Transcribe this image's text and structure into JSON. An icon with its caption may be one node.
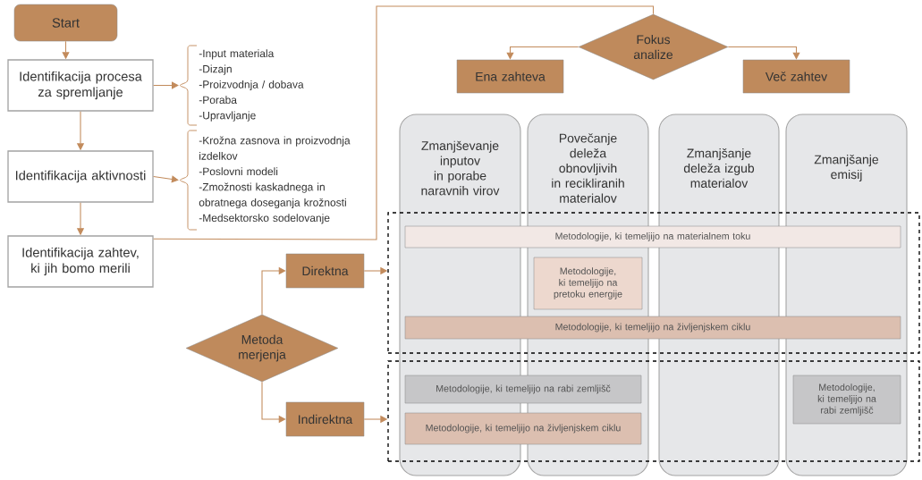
{
  "diagram": {
    "nodes": [
      {
        "text": [
          "Start"
        ]
      },
      {
        "text": [
          "Identifikacija procesa za spremljanje"
        ]
      },
      {
        "text": [
          "-Input materiala",
          "-Dizajn",
          "-Proizvodnja / dobava",
          "-Poraba",
          "-Upravljanje"
        ]
      },
      {
        "text": [
          "Identifikacija aktivnosti"
        ]
      },
      {
        "text": [
          "-Krožna zasnova in proizvodnja izdelkov",
          "-Poslovni modeli",
          "-Zmožnosti kaskadnega in obratnega doseganja krožnosti",
          "-Medsektorsko sodelovanje"
        ]
      },
      {
        "text": [
          "Identifikacija zahtev, ki jih bomo merili"
        ]
      },
      {
        "text": [
          "Fokus analize"
        ]
      },
      {
        "text": [
          "Ena zahteva"
        ]
      },
      {
        "text": [
          "Več zahtev"
        ]
      },
      {
        "text": [
          "Zmanjševanje inputov in porabe naravnih virov"
        ]
      },
      {
        "text": [
          "Povečanje deleža obnovljivih in recikliranih materialov"
        ]
      },
      {
        "text": [
          "Zmanjšanje deleža izgub materialov"
        ]
      },
      {
        "text": [
          "Zmanjšanje emisij"
        ]
      },
      {
        "text": [],
        "shape": "box"
      },
      {
        "text": [
          "Metodologije, ki temeljijo na materialnem toku"
        ],
        "in": 13
      },
      {
        "text": [
          "Metodologije, ki temeljijo na pretoku energije"
        ]
      },
      {
        "text": [
          "Metodologije, ki temeljijo na življenjskem ciklu"
        ],
        "in": 13
      },
      {
        "text": [],
        "shape": "box"
      },
      {
        "text": [
          "Metodologije, ki temeljijo na rabi zemljišč"
        ],
        "in": 17
      },
      {
        "text": [
          "Metodologije, ki temeljijo na življenjskem ciklu"
        ],
        "in": 17
      },
      {
        "text": [
          "Metodologije, ki temeljijo na rabi zemljišč"
        ]
      },
      {
        "text": [
          "Metoda merjenja"
        ]
      },
      {
        "text": [
          "Direktna"
        ]
      },
      {
        "text": [
          "Indirektna"
        ]
      }
    ],
    "edges": [
      {
        "from": 0,
        "to": 1,
        "arrow": "to"
      },
      {
        "from": 1,
        "to": 2,
        "arrow": "to"
      },
      {
        "from": 1,
        "to": 3,
        "arrow": "to"
      },
      {
        "from": 3,
        "to": 4,
        "arrow": "to"
      },
      {
        "from": 3,
        "to": 5,
        "arrow": "to"
      },
      {
        "from": 5,
        "to": 6,
        "arrow": "none"
      },
      {
        "from": 6,
        "to": 7,
        "arrow": "to"
      },
      {
        "from": 6,
        "to": 8,
        "arrow": "to"
      },
      {
        "from": 21,
        "to": 22,
        "arrow": "to"
      },
      {
        "from": 21,
        "to": 23,
        "arrow": "to"
      },
      {
        "from": 22,
        "to": 13,
        "arrow": "to"
      },
      {
        "from": 23,
        "to": 17,
        "arrow": "to"
      }
    ]
  }
}
